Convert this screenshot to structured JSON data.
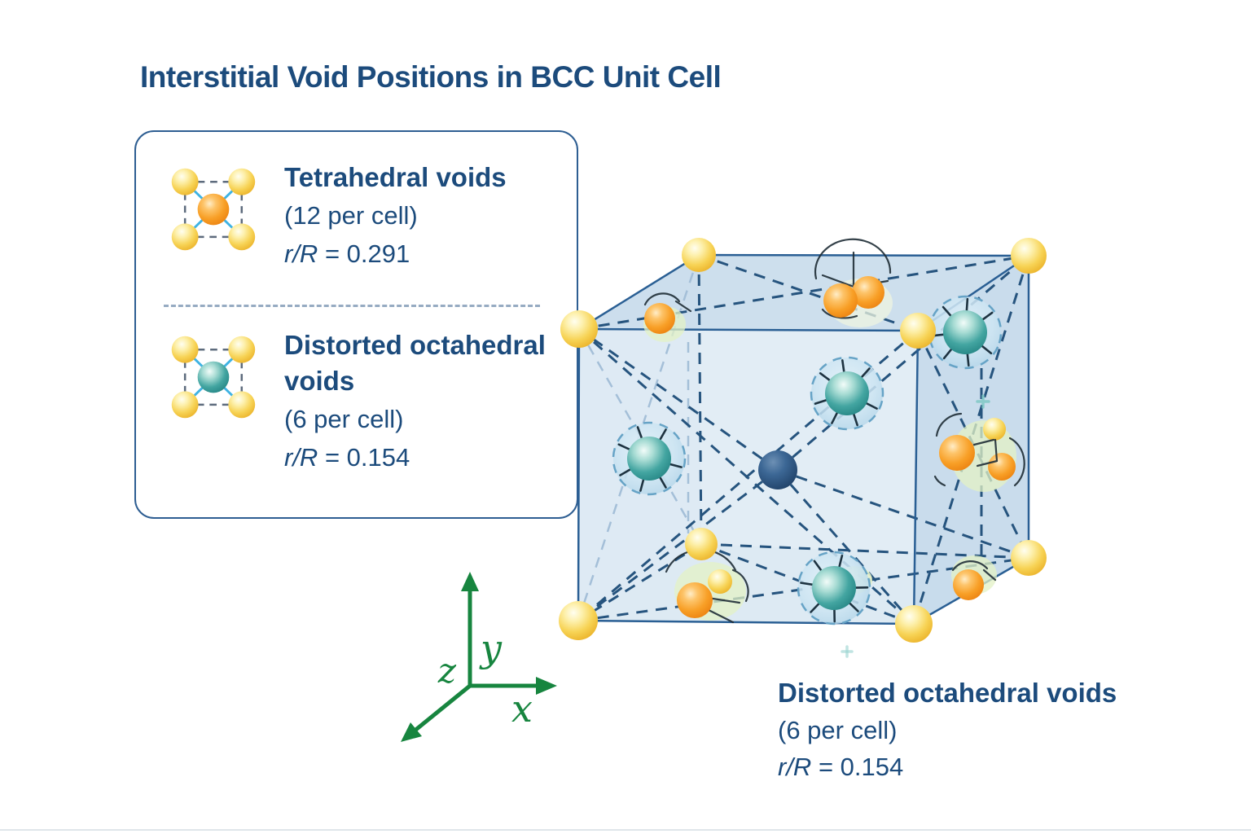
{
  "title": "Interstitial Void Positions in BCC Unit Cell",
  "legend": {
    "items": [
      {
        "label": "Tetrahedral voids",
        "count": "(12 per cell)",
        "ratio_label": "r/R",
        "ratio_value": " = 0.291",
        "icon": "tetrahedral-void-icon",
        "void_color": "#f89f26"
      },
      {
        "label": "Distorted octahedral voids",
        "count": "(6 per cell)",
        "ratio_label": "r/R",
        "ratio_value": " = 0.154",
        "icon": "octahedral-void-icon",
        "void_color": "#43a5a1"
      }
    ]
  },
  "caption": {
    "label": "Distorted octahedral voids",
    "count": "(6 per cell)",
    "ratio_label": "r/R",
    "ratio_value": " = 0.154"
  },
  "axes": {
    "x_label": "x",
    "y_label": "y",
    "z_label": "z",
    "color": "#17853f"
  },
  "cell": {
    "structure": "BCC unit cell",
    "corner_atom_color": "#f7d355",
    "center_atom_color": "#2a5380",
    "tetrahedral_void_color": "#f89f26",
    "octahedral_void_color": "#2d9996",
    "edge_color": "#2a5f94",
    "face_color": "#d9e6f2"
  }
}
